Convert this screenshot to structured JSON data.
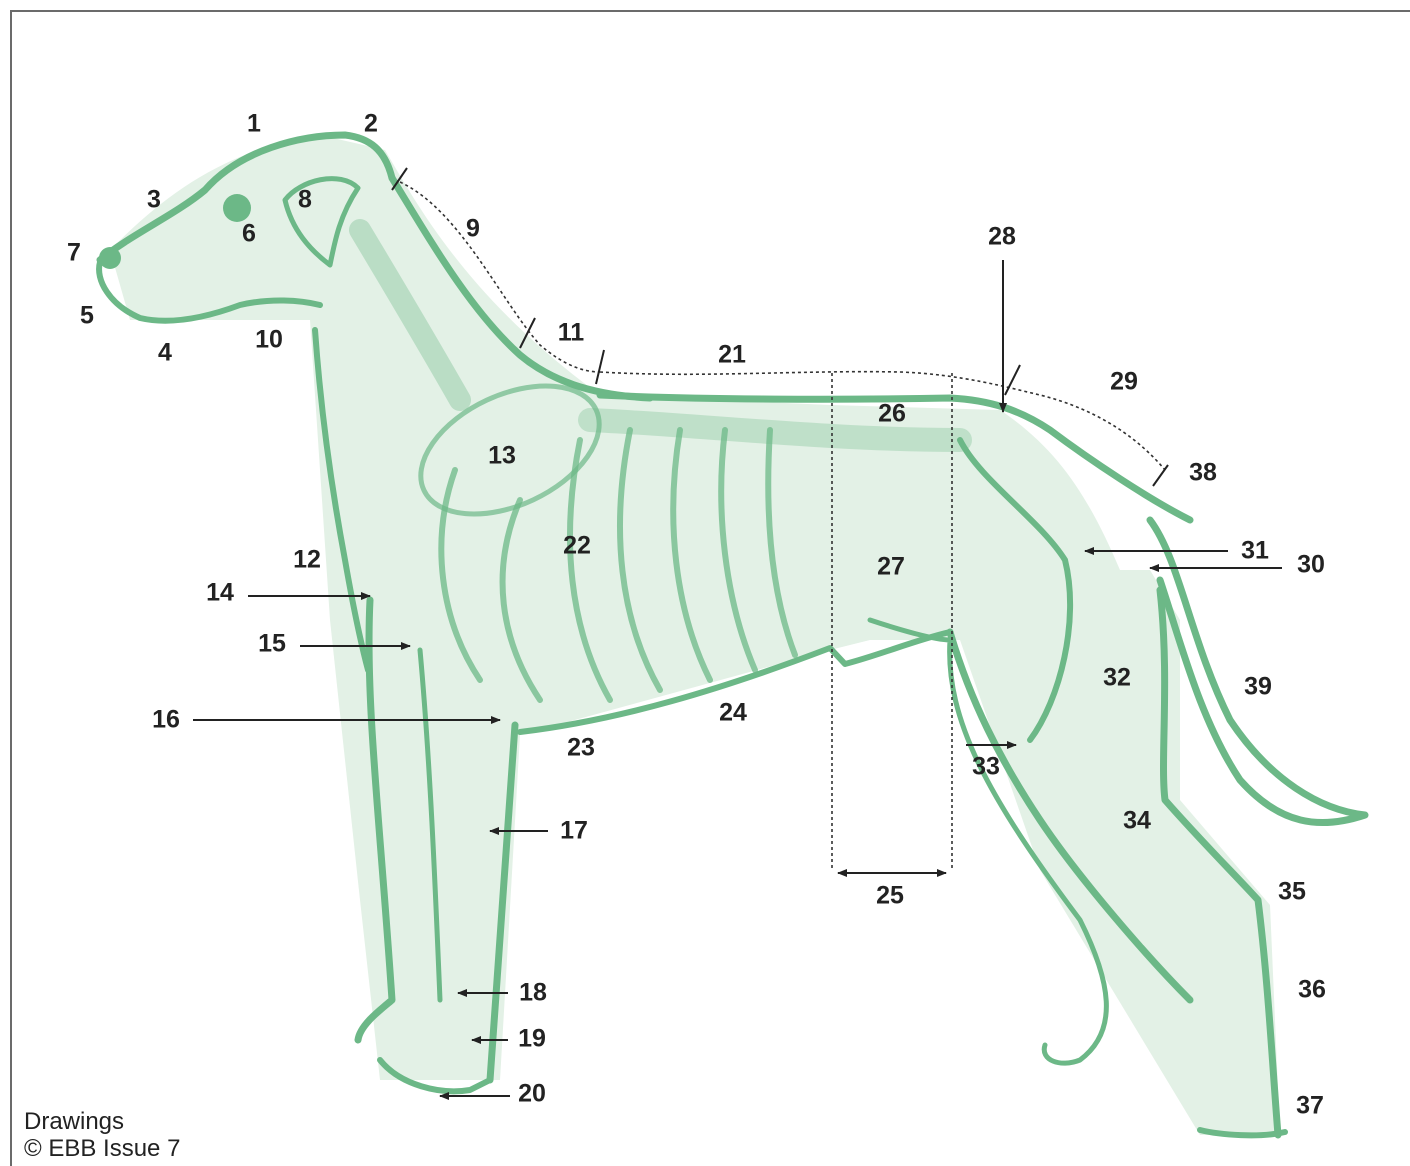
{
  "colors": {
    "outline": "#6cb887",
    "fill": "#d8ecdc",
    "ink": "#222222",
    "frame": "#6b6b6b"
  },
  "labels": [
    "1",
    "2",
    "3",
    "4",
    "5",
    "6",
    "7",
    "8",
    "9",
    "10",
    "11",
    "12",
    "13",
    "14",
    "15",
    "16",
    "17",
    "18",
    "19",
    "20",
    "21",
    "22",
    "23",
    "24",
    "25",
    "26",
    "27",
    "28",
    "29",
    "30",
    "31",
    "32",
    "33",
    "34",
    "35",
    "36",
    "37",
    "38",
    "39"
  ],
  "credit": {
    "line1": "Drawings",
    "line2": "© EBB Issue 7"
  }
}
